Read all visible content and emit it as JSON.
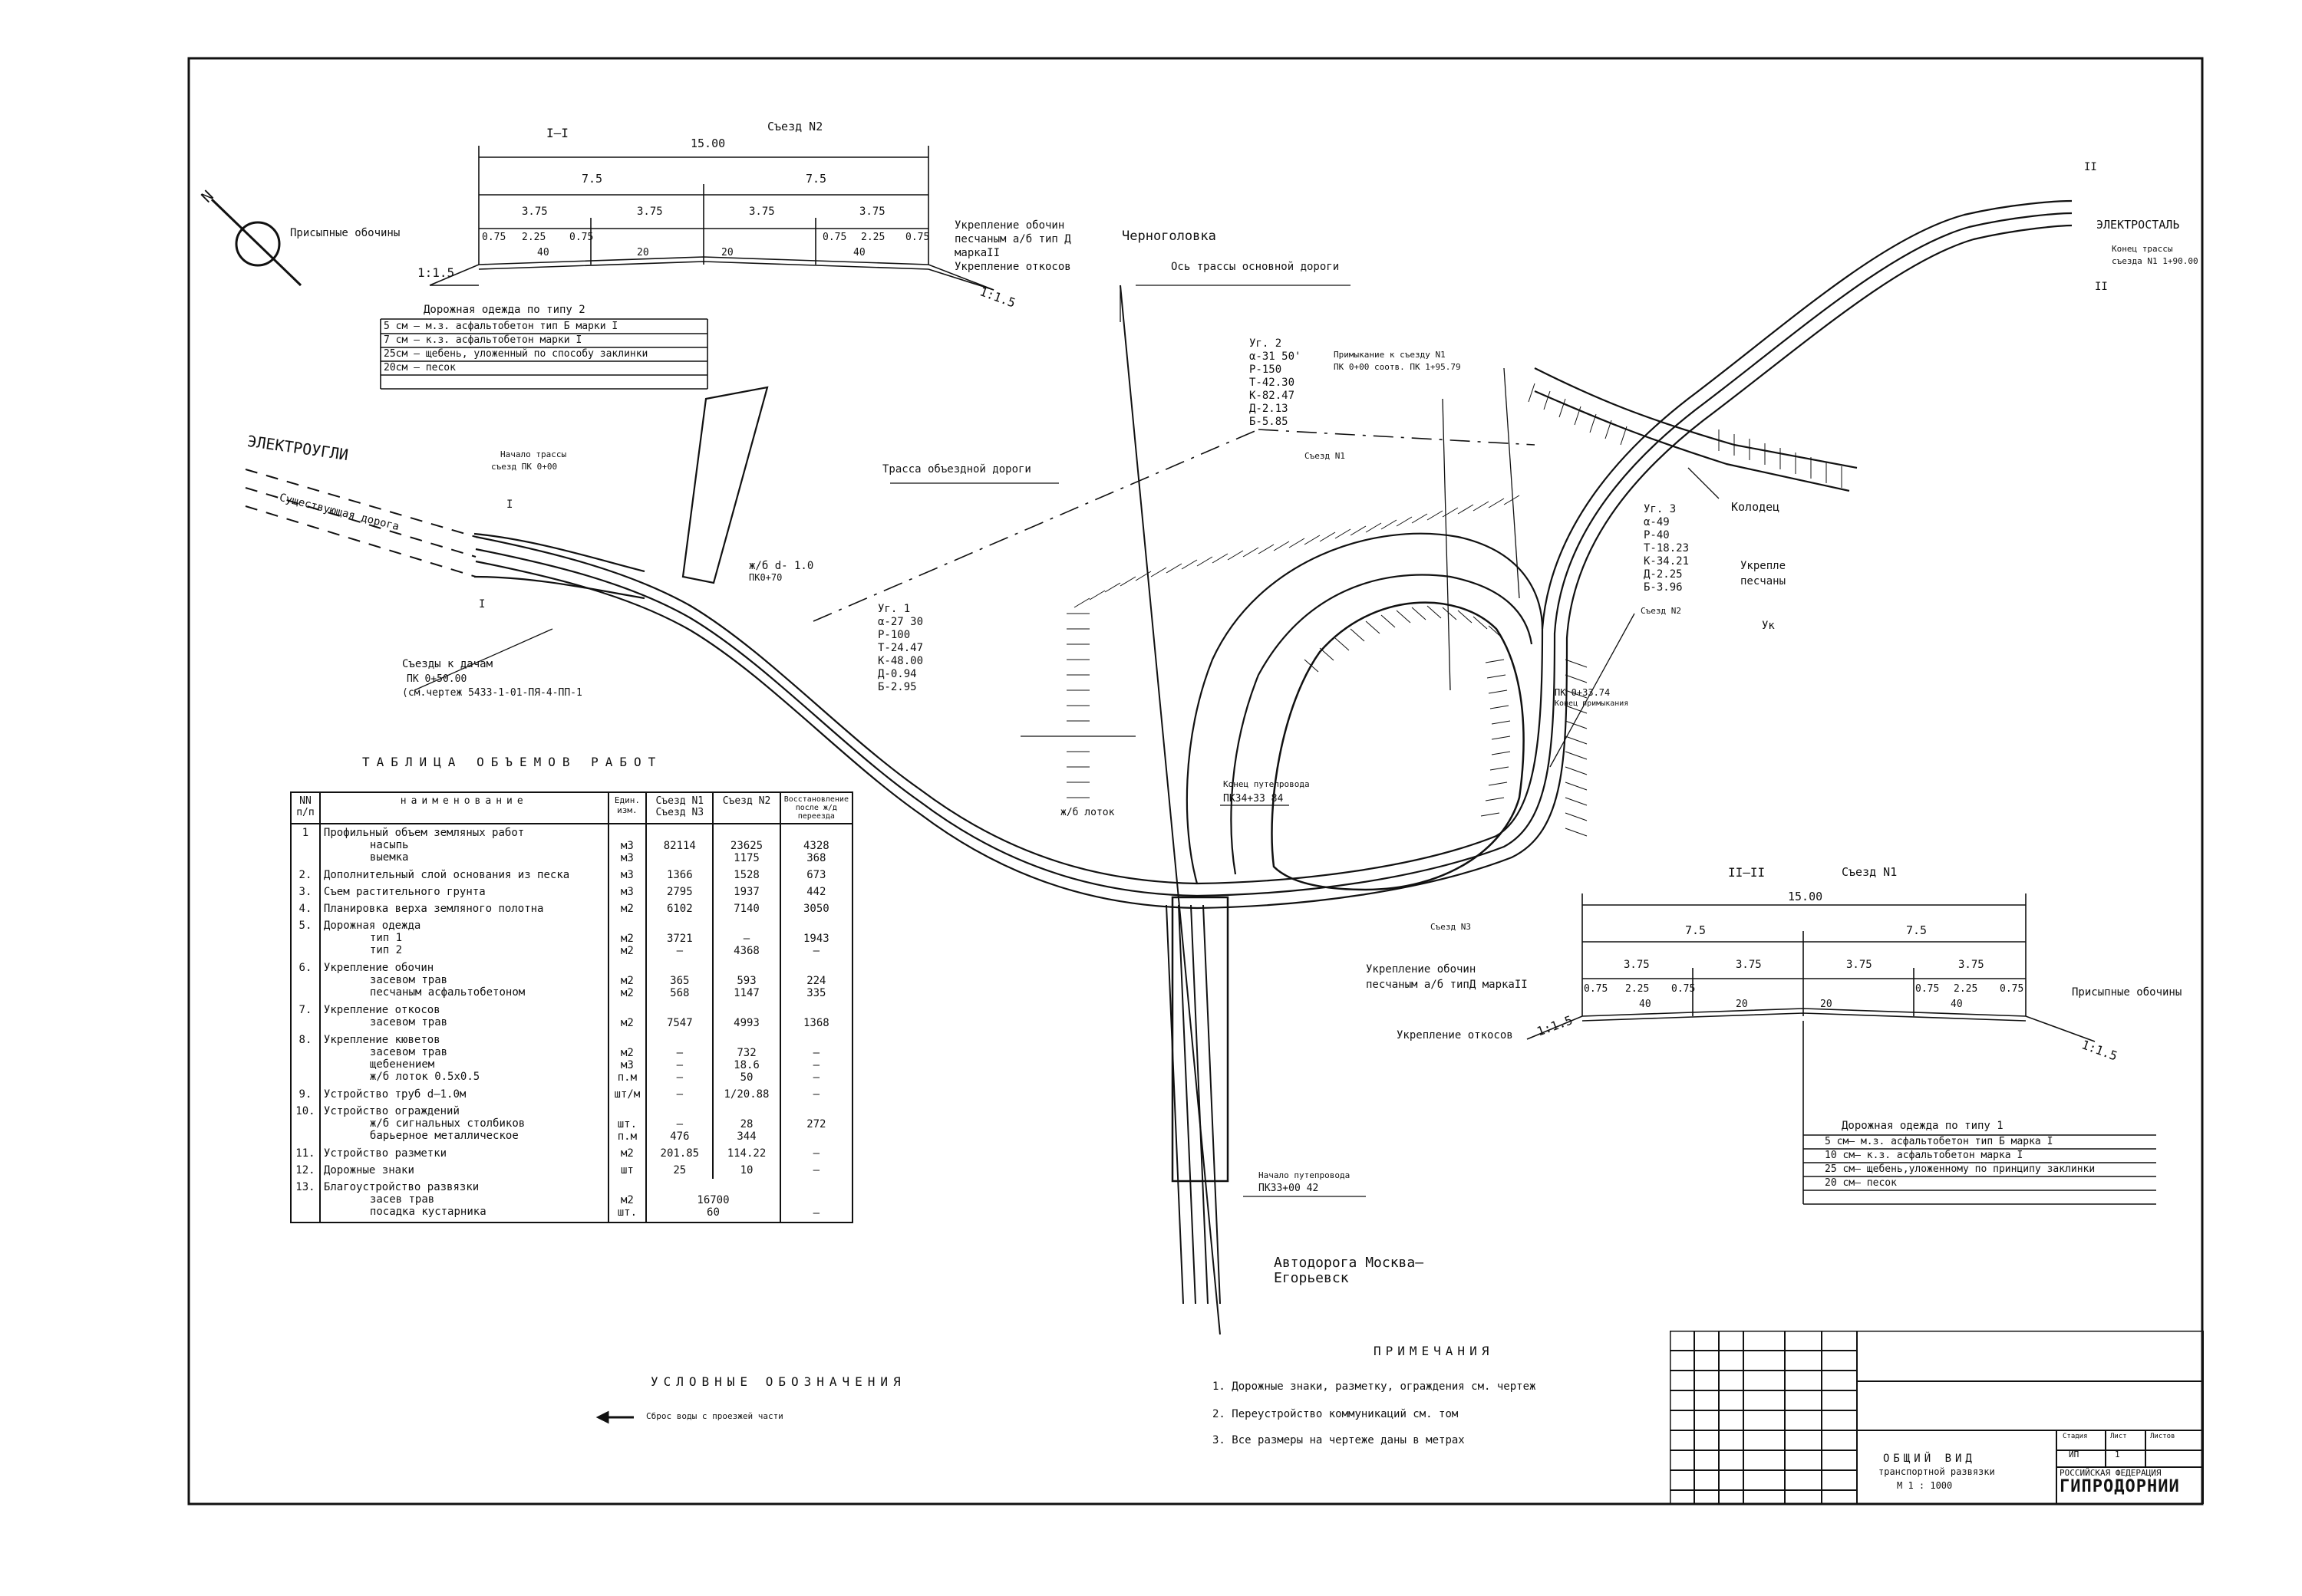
{
  "title_block": {
    "drawing_title": "ОБЩИЙ ВИД",
    "subtitle": "транспортной развязки",
    "scale": "М 1 : 1000",
    "stage_header": "Стадия",
    "sheet_header": "Лист",
    "sheets_header": "Листов",
    "stage": "ИП",
    "sheet": "1",
    "org_country": "РОССИЙСКАЯ ФЕДЕРАЦИЯ",
    "org_name": "ГИПРОДОРНИИ"
  },
  "directions": {
    "chernogolovka": "Черноголовка",
    "elektrougli": "ЭЛЕКТРОУГЛИ",
    "elektrostal": "ЭЛЕКТРОСТАЛЬ",
    "existing_road": "Существующая дорога",
    "main_road_axis": "Ось трассы основной дороги",
    "detour_road": "Трасса объездной дороги",
    "highway": "Автодорога Москва–",
    "highway2": "Егорьевск",
    "north": "N"
  },
  "labels": {
    "start_trace": "Начало трассы",
    "start_pk": "съезд ПК 0+00",
    "access_dachas": "Съезды к дачам",
    "access_pk": "ПК 0+50.00",
    "access_ref": "(см.чертеж 5433-1-01-ПЯ-4-ПП-1",
    "culvert": "ж/б d- 1.0",
    "culvert_pk": "ПК0+70",
    "overpass_start": "Начало путепровода",
    "overpass_pk": "ПК33+00 42",
    "overpass_end": "Конец путепровода",
    "overpass_end_pk": "ПК34+33 84",
    "tray": "ж/б лоток",
    "conn_exit1": "Примыкание к съезду N1",
    "conn_exit1_pk": "ПК 0+00 соотв. ПК 1+95.79",
    "well": "Колодец",
    "exit1": "Съезд N1",
    "exit2": "Съезд N2",
    "exit3": "Съезд N3",
    "pk_end": "ПК 0+33.74",
    "pk_end2": "Конец примыкания",
    "end_trace": "Конец трассы",
    "end_trace_pk": "съезда N1 1+90.00",
    "section_ii": "II",
    "mark_i": "I",
    "shoulder_right": "Укрепле",
    "shoulder_right2": "песчаны",
    "uk": "Ук"
  },
  "curves": {
    "ug1": [
      "Уг. 1",
      "α-27 30",
      "Р-100",
      "Т-24.47",
      "К-48.00",
      "Д-0.94",
      "Б-2.95"
    ],
    "ug2": [
      "Уг. 2",
      "α-31 50'",
      "Р-150",
      "Т-42.30",
      "К-82.47",
      "Д-2.13",
      "Б-5.85"
    ],
    "ug3": [
      "Уг. 3",
      "α-49",
      "Р-40",
      "Т-18.23",
      "К-34.21",
      "Д-2.25",
      "Б-3.96"
    ]
  },
  "section1": {
    "title": "I–I",
    "exit": "Съезд N2",
    "total": "15.00",
    "half": [
      "7.5",
      "7.5"
    ],
    "lanes": [
      "3.75",
      "3.75",
      "3.75",
      "3.75"
    ],
    "parts_left": [
      "0.75",
      "2.25",
      "0.75"
    ],
    "parts_right": [
      "0.75",
      "2.25",
      "0.75"
    ],
    "slopes": [
      "40",
      "20",
      "20",
      "40"
    ],
    "slope_ratio_left": "1:1.5",
    "slope_ratio_right": "1:1.5",
    "shoulder_label": "Присыпные обочины",
    "shoulder_strength": "Укрепление обочин",
    "shoulder_strength2": "песчаным а/б тип Д",
    "shoulder_strength3": "маркаII",
    "slope_strength": "Укрепление откосов",
    "pavement_title": "Дорожная одежда по типу 2",
    "pavement": [
      "5 см – м.з. асфальтобетон тип Б марки I",
      "7 см – к.з. асфальтобетон марки I",
      "25см – щебень, уложенный по способу заклинки",
      "20см – песок"
    ]
  },
  "section2": {
    "title": "II–II",
    "exit": "Съезд N1",
    "total": "15.00",
    "half": [
      "7.5",
      "7.5"
    ],
    "lanes": [
      "3.75",
      "3.75",
      "3.75",
      "3.75"
    ],
    "parts_left": [
      "0.75",
      "2.25",
      "0.75"
    ],
    "parts_right": [
      "0.75",
      "2.25",
      "0.75"
    ],
    "slopes": [
      "40",
      "20",
      "20",
      "40"
    ],
    "slope_ratio_left": "1:1.5",
    "slope_ratio_right": "1:1.5",
    "shoulder_label": "Присыпные обочины",
    "shoulder_strength": "Укрепление обочин",
    "shoulder_strength2": "песчаным а/б типД маркаII",
    "slope_strength": "Укрепление откосов",
    "pavement_title": "Дорожная одежда по типу 1",
    "pavement": [
      "5 см– м.з. асфальтобетон тип Б марка I",
      "10 см– к.з. асфальтобетон марка I",
      "25 см– щебень,уложенному по принципу заклинки",
      "20 см– песок"
    ]
  },
  "volume_table": {
    "title": "ТАБЛИЦА ОБЪЕМОВ РАБОТ",
    "headers": {
      "nn": "NN",
      "nn2": "п/п",
      "name": "наименование",
      "unit": "Един. изм.",
      "exit13": "Съезд N1",
      "exit13b": "Съезд N3",
      "exit2": "Съезд N2",
      "restore": "Восстановление после ж/д переезда"
    },
    "rows": [
      {
        "n": "1",
        "name": [
          "Профильный объем земляных работ",
          "насыпь",
          "выемка"
        ],
        "unit": [
          "м3",
          "м3"
        ],
        "a": [
          "82114",
          ""
        ],
        "b": [
          "23625",
          "1175"
        ],
        "c": [
          "4328",
          "368"
        ]
      },
      {
        "n": "2.",
        "name": [
          "Дополнительный слой основания из песка"
        ],
        "unit": [
          "м3"
        ],
        "a": [
          "1366"
        ],
        "b": [
          "1528"
        ],
        "c": [
          "673"
        ]
      },
      {
        "n": "3.",
        "name": [
          "Съем растительного грунта"
        ],
        "unit": [
          "м3"
        ],
        "a": [
          "2795"
        ],
        "b": [
          "1937"
        ],
        "c": [
          "442"
        ]
      },
      {
        "n": "4.",
        "name": [
          "Планировка верха земляного полотна"
        ],
        "unit": [
          "м2"
        ],
        "a": [
          "6102"
        ],
        "b": [
          "7140"
        ],
        "c": [
          "3050"
        ]
      },
      {
        "n": "5.",
        "name": [
          "Дорожная одежда",
          "тип 1",
          "тип 2"
        ],
        "unit": [
          "м2",
          "м2"
        ],
        "a": [
          "3721",
          "–"
        ],
        "b": [
          "–",
          "4368"
        ],
        "c": [
          "1943",
          "–"
        ]
      },
      {
        "n": "6.",
        "name": [
          "Укрепление обочин",
          "засевом трав",
          "песчаным асфальтобетоном"
        ],
        "unit": [
          "м2",
          "м2"
        ],
        "a": [
          "365",
          "568"
        ],
        "b": [
          "593",
          "1147"
        ],
        "c": [
          "224",
          "335"
        ]
      },
      {
        "n": "7.",
        "name": [
          "Укрепление откосов",
          "засевом трав"
        ],
        "unit": [
          "м2"
        ],
        "a": [
          "7547"
        ],
        "b": [
          "4993"
        ],
        "c": [
          "1368"
        ]
      },
      {
        "n": "8.",
        "name": [
          "Укрепление кюветов",
          "засевом трав",
          "щебенением",
          "ж/б лоток 0.5х0.5"
        ],
        "unit": [
          "м2",
          "м3",
          "п.м"
        ],
        "a": [
          "–",
          "–",
          "–"
        ],
        "b": [
          "732",
          "18.6",
          "50"
        ],
        "c": [
          "–",
          "–",
          "–"
        ]
      },
      {
        "n": "9.",
        "name": [
          "Устройство труб d–1.0м"
        ],
        "unit": [
          "шт/м"
        ],
        "a": [
          "–"
        ],
        "b": [
          "1/20.88"
        ],
        "c": [
          "–"
        ]
      },
      {
        "n": "10.",
        "name": [
          "Устройство ограждений",
          "ж/б сигнальных столбиков",
          "барьерное металлическое"
        ],
        "unit": [
          "шт.",
          "п.м"
        ],
        "a": [
          "–",
          "476"
        ],
        "b": [
          "28",
          "344"
        ],
        "c": [
          "",
          "272"
        ]
      },
      {
        "n": "11.",
        "name": [
          "Устройство разметки"
        ],
        "unit": [
          "м2"
        ],
        "a": [
          "201.85"
        ],
        "b": [
          "114.22"
        ],
        "c": [
          "–"
        ]
      },
      {
        "n": "12.",
        "name": [
          "Дорожные знаки"
        ],
        "unit": [
          "шт"
        ],
        "a": [
          "25"
        ],
        "b": [
          "10"
        ],
        "c": [
          "–"
        ]
      },
      {
        "n": "13.",
        "name": [
          "Благоустройство развязки",
          "засев трав",
          "посадка кустарника"
        ],
        "unit": [
          "м2",
          "шт."
        ],
        "ab": [
          "16700",
          "60"
        ],
        "c": [
          "–"
        ]
      }
    ]
  },
  "legend": {
    "title": "УСЛОВНЫЕ ОБОЗНАЧЕНИЯ",
    "item": "Сброс воды с проезжей части"
  },
  "notes": {
    "title": "ПРИМЕЧАНИЯ",
    "items": [
      "Дорожные знаки, разметку, ограждения см. чертеж",
      "Переустройство коммуникаций см. том",
      "Все размеры на чертеже даны в метрах"
    ]
  }
}
